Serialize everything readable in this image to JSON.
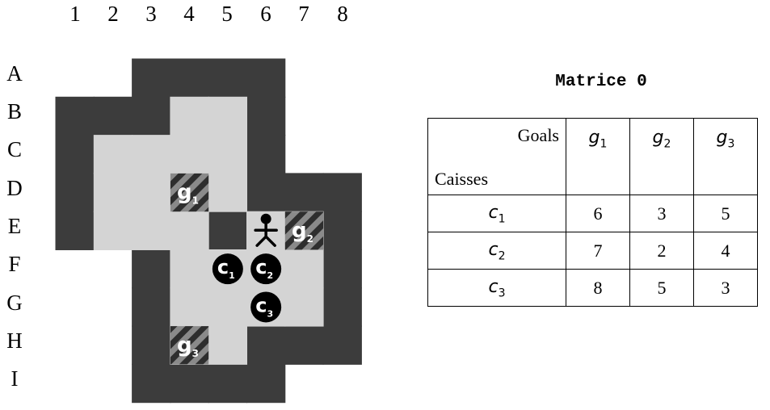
{
  "board": {
    "column_labels": [
      "1",
      "2",
      "3",
      "4",
      "5",
      "6",
      "7",
      "8"
    ],
    "row_labels": [
      "A",
      "B",
      "C",
      "D",
      "E",
      "F",
      "G",
      "H",
      "I"
    ],
    "colors": {
      "wall": "#3c3c3c",
      "floor": "#d4d4d4",
      "goal_stripe_dark": "#2e2e2e",
      "goal_stripe_light": "#8a8a8a",
      "box": "#000000",
      "player": "#000000"
    },
    "goals": [
      {
        "label": "g",
        "sub": "1",
        "row": "D",
        "col": 4
      },
      {
        "label": "g",
        "sub": "2",
        "row": "E",
        "col": 7
      },
      {
        "label": "g",
        "sub": "3",
        "row": "H",
        "col": 4
      }
    ],
    "boxes": [
      {
        "label": "c",
        "sub": "1",
        "row": "F",
        "col": 5
      },
      {
        "label": "c",
        "sub": "2",
        "row": "F",
        "col": 6
      },
      {
        "label": "c",
        "sub": "3",
        "row": "G",
        "col": 6
      }
    ],
    "player": {
      "row": "E",
      "col": 6,
      "icon": "stick-figure-icon"
    }
  },
  "matrix": {
    "title": "Matrice 0",
    "header_goals": "Goals",
    "header_boxes": "Caisses",
    "goal_cols": [
      {
        "sym": "g",
        "sub": "1"
      },
      {
        "sym": "g",
        "sub": "2"
      },
      {
        "sym": "g",
        "sub": "3"
      }
    ],
    "rows": [
      {
        "sym": "c",
        "sub": "1",
        "values": [
          "6",
          "3",
          "5"
        ]
      },
      {
        "sym": "c",
        "sub": "2",
        "values": [
          "7",
          "2",
          "4"
        ]
      },
      {
        "sym": "c",
        "sub": "3",
        "values": [
          "8",
          "5",
          "3"
        ]
      }
    ]
  }
}
